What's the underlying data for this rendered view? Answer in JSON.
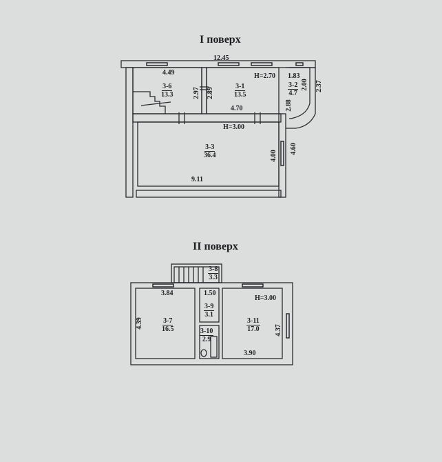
{
  "floor1": {
    "title": "I поверх",
    "overall_width": "12.45",
    "rooms": [
      {
        "id": "3-6",
        "area": "13.3"
      },
      {
        "id": "3-1",
        "area": "13.5"
      },
      {
        "id": "3-2",
        "area": "4.7"
      },
      {
        "id": "3-3",
        "area": "36.4"
      }
    ],
    "dims": {
      "d449": "4.49",
      "d297": "2.97",
      "d289": "2.89",
      "h270": "H=2.70",
      "d183": "1.83",
      "d200": "2.00",
      "d237": "2.37",
      "d288": "2.88",
      "d470": "4.70",
      "h300": "H=3.00",
      "d400": "4.00",
      "d460": "4.60",
      "d911": "9.11"
    }
  },
  "floor2": {
    "title": "II поверх",
    "rooms": [
      {
        "id": "3-8",
        "area": "3.3"
      },
      {
        "id": "3-9",
        "area": "3.1"
      },
      {
        "id": "3-7",
        "area": "16.5"
      },
      {
        "id": "3-10",
        "area": "2.9"
      },
      {
        "id": "3-11",
        "area": "17.0"
      }
    ],
    "dims": {
      "d384": "3.84",
      "d150": "1.50",
      "h300": "H=3.00",
      "d439": "4.39",
      "d437": "4.37",
      "d390": "3.90"
    }
  }
}
